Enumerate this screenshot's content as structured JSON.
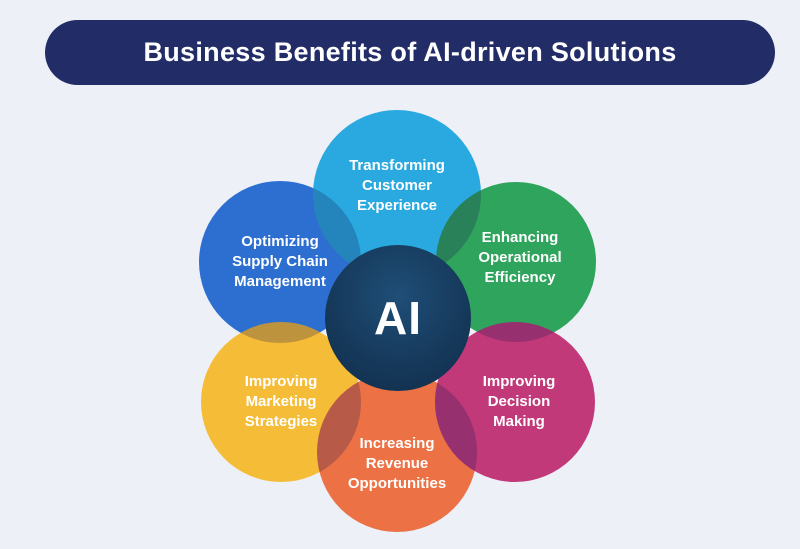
{
  "title": {
    "text": "Business Benefits of AI-driven Solutions"
  },
  "center": {
    "label": "AI"
  },
  "petals": {
    "supply_chain": {
      "label": "Optimizing\nSupply Chain\nManagement",
      "color": "#2d6fd1"
    },
    "customer_experience": {
      "label": "Transforming\nCustomer\nExperience",
      "color": "#29a9e0"
    },
    "operational_efficiency": {
      "label": "Enhancing\nOperational\nEfficiency",
      "color": "#2fa45c"
    },
    "marketing_strategies": {
      "label": "Improving\nMarketing\nStrategies",
      "color": "#f5bd37"
    },
    "revenue_opportunities": {
      "label": "Increasing\nRevenue\nOpportunities",
      "color": "#ec7144"
    },
    "decision_making": {
      "label": "Improving\nDecision\nMaking",
      "color": "#c2397a"
    }
  },
  "colors": {
    "background": "#edf0f7",
    "title_bar": "#222c67",
    "center_circle": "#163a5c",
    "text": "#ffffff"
  }
}
